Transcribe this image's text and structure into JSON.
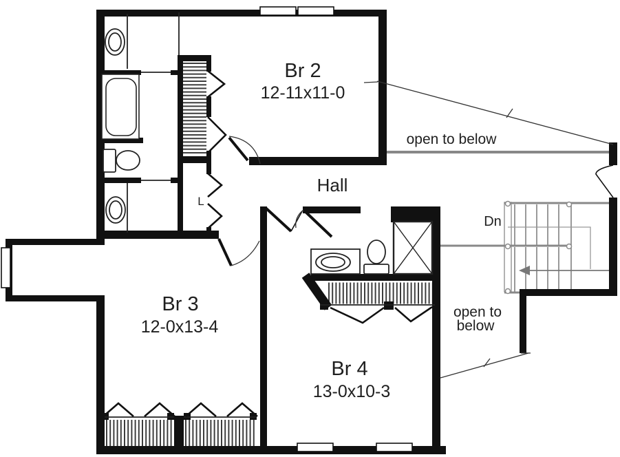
{
  "plan": {
    "type": "second-floor-plan",
    "rooms": {
      "br2": {
        "name": "Br 2",
        "dims": "12-11x11-0"
      },
      "br3": {
        "name": "Br 3",
        "dims": "12-0x13-4"
      },
      "br4": {
        "name": "Br 4",
        "dims": "13-0x10-3"
      },
      "hall": {
        "name": "Hall"
      },
      "linen_closet": {
        "name": "L"
      }
    },
    "annotations": {
      "open_to_below_top": "open to below",
      "open_to_below_bottom_line1": "open to",
      "open_to_below_bottom_line2": "below",
      "stairs_direction": "Dn"
    },
    "colors": {
      "wall": "#111111",
      "background": "#ffffff",
      "floor_opening_edge": "#888888",
      "stair_lines": "#999999",
      "text": "#1f1f1f"
    }
  }
}
